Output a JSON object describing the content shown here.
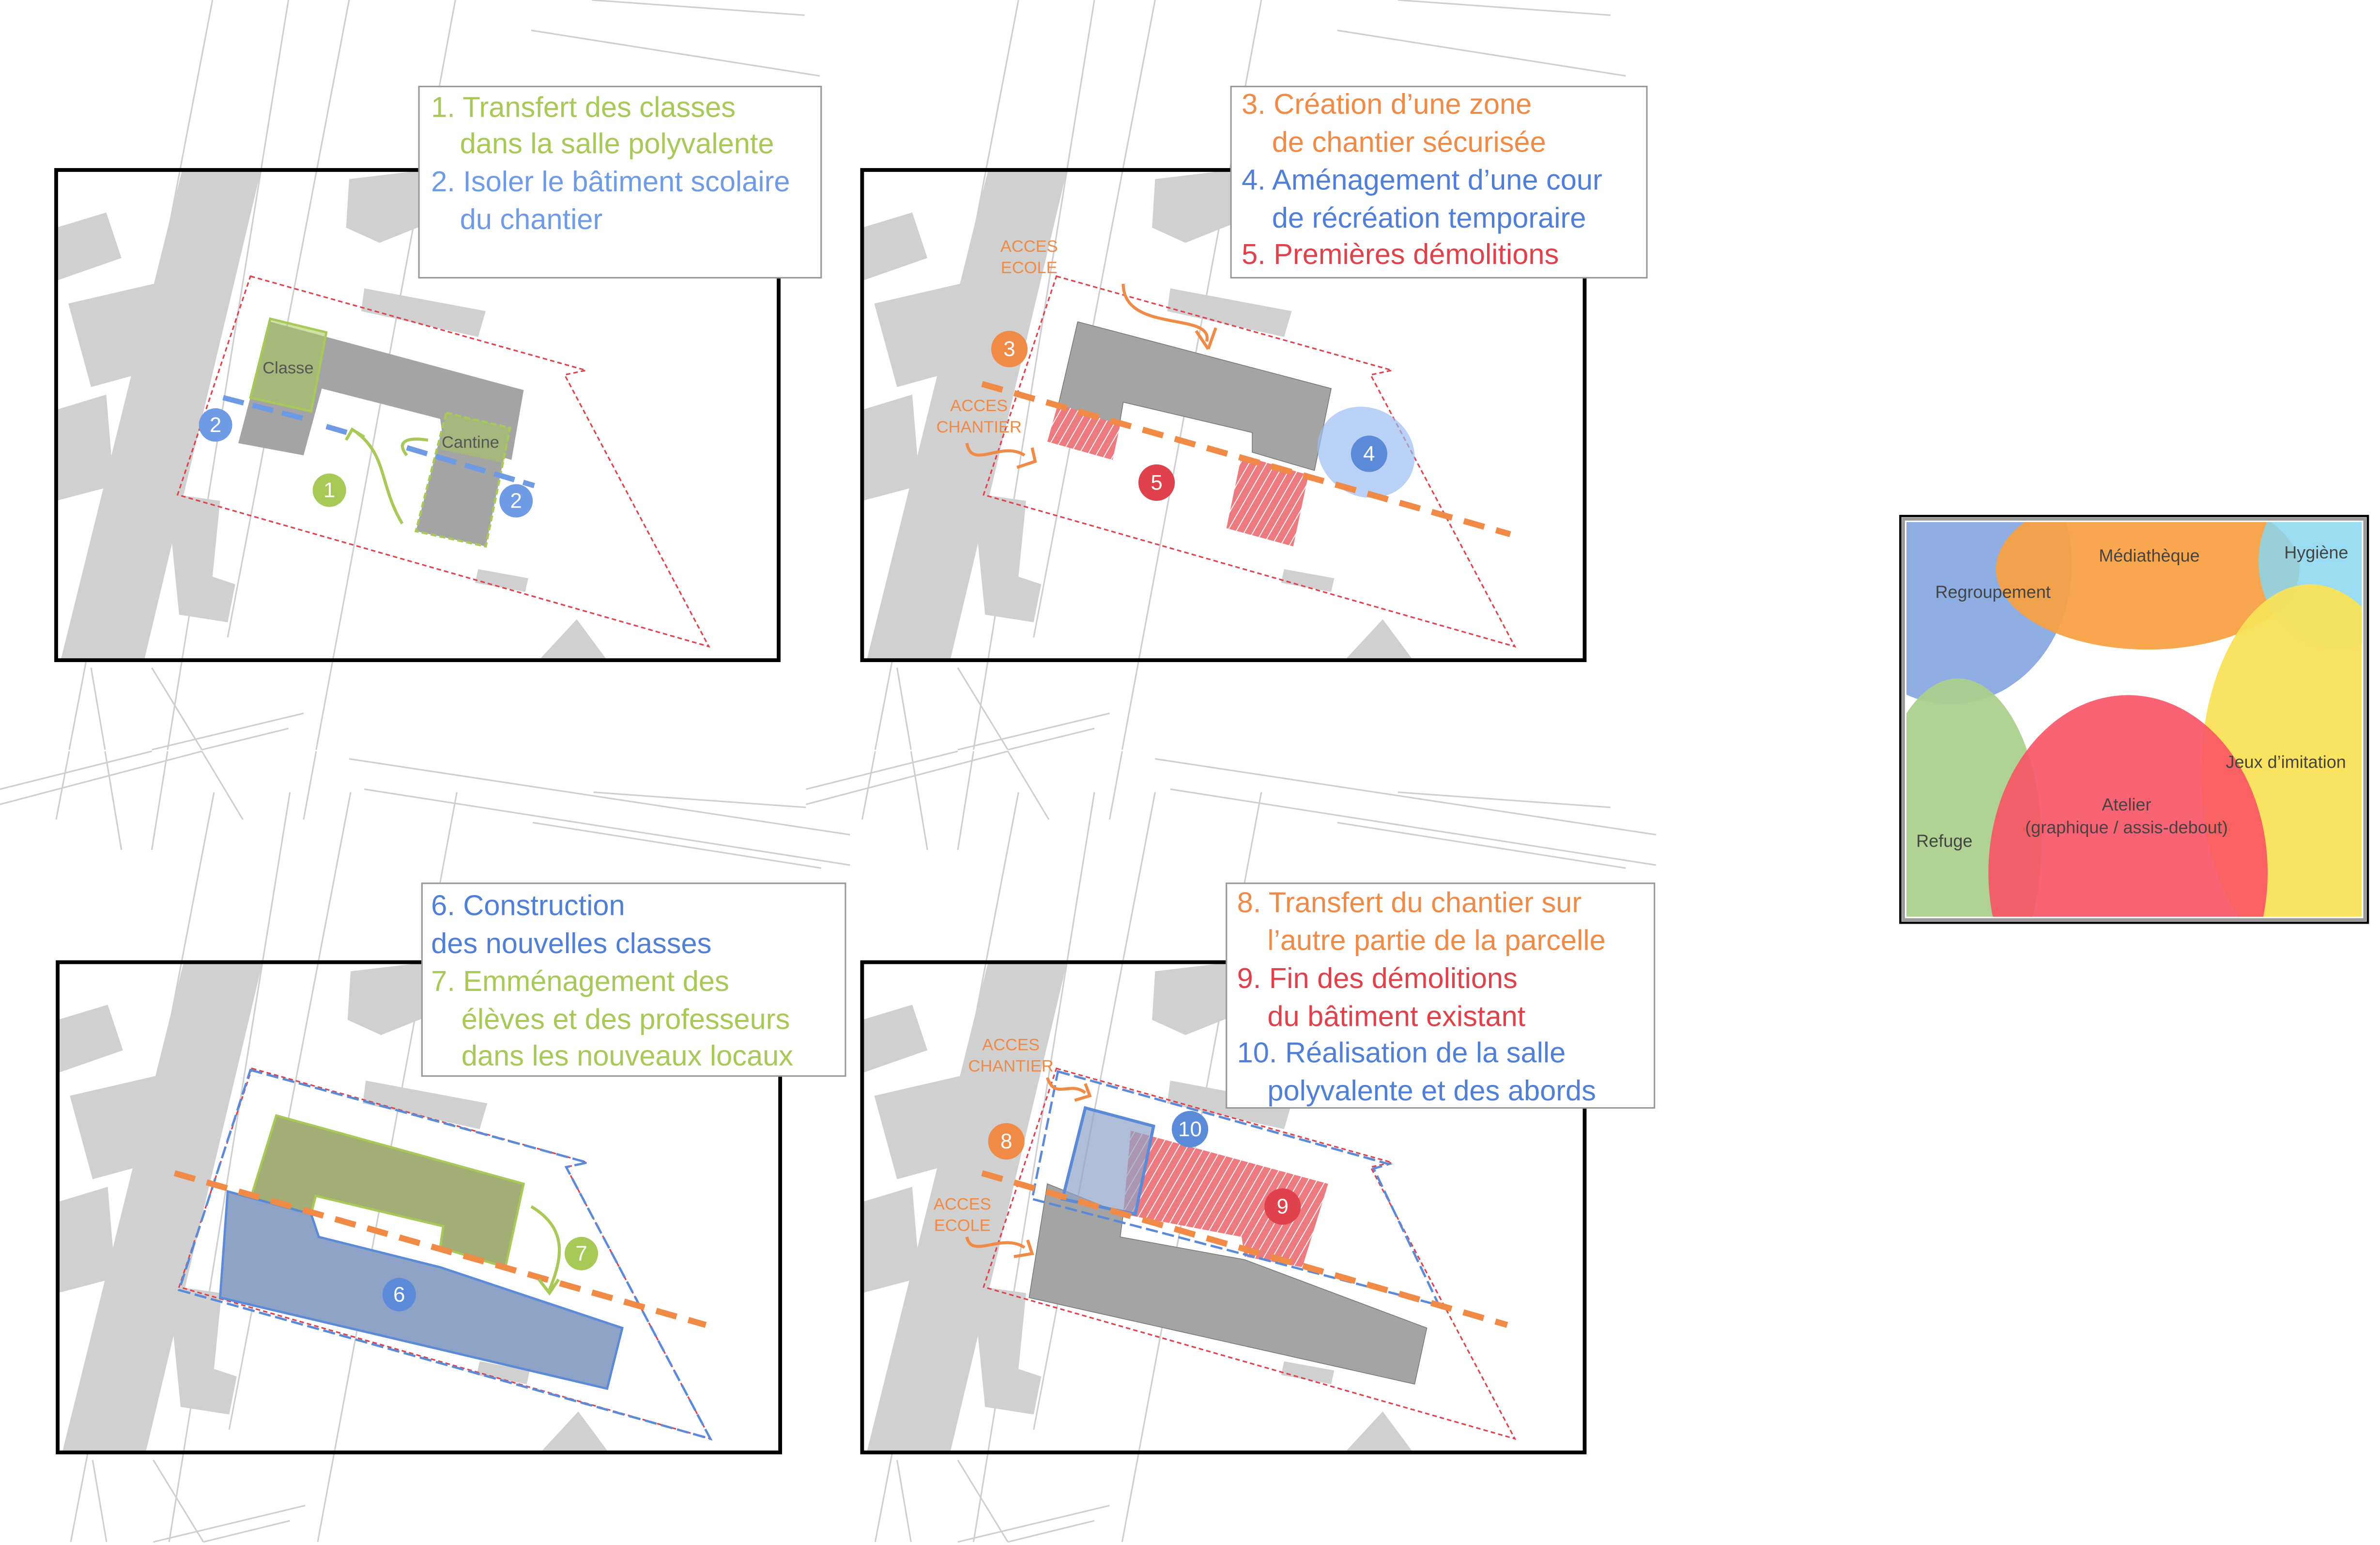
{
  "colors": {
    "green": "#a8c957",
    "blue": "#5b8ad8",
    "orange": "#f08a47",
    "red": "#e0424b",
    "gray": "#a5a4a4",
    "map": "#d0d0d0"
  },
  "panel1": {
    "steps": [
      {
        "text": "1. Transfert des classes",
        "color": "#a8c957"
      },
      {
        "text": "dans la salle polyvalente",
        "color": "#a8c957"
      },
      {
        "text": "2. Isoler le bâtiment scolaire",
        "color": "#6f9be5"
      },
      {
        "text": "du chantier",
        "color": "#6f9be5"
      }
    ],
    "labels": {
      "classe": "Classe",
      "cantine": "Cantine"
    },
    "markers": {
      "m1": "1",
      "m2a": "2",
      "m2b": "2"
    }
  },
  "panel2": {
    "steps": [
      {
        "text": "3. Création d’une zone",
        "color": "#f08a47"
      },
      {
        "text": "de chantier sécurisée",
        "color": "#f08a47"
      },
      {
        "text": "4. Aménagement d’une cour",
        "color": "#4f7fd6"
      },
      {
        "text": "de récréation temporaire",
        "color": "#4f7fd6"
      },
      {
        "text": "5. Premières démolitions",
        "color": "#e0424b"
      }
    ],
    "access": {
      "ecole_1": "ACCES",
      "ecole_2": "ECOLE",
      "chantier_1": "ACCES",
      "chantier_2": "CHANTIER"
    },
    "markers": {
      "m3": "3",
      "m4": "4",
      "m5": "5"
    }
  },
  "panel3": {
    "steps": [
      {
        "text": "6. Construction",
        "color": "#4f7fd6"
      },
      {
        "text": "des nouvelles classes",
        "color": "#4f7fd6"
      },
      {
        "text": "7. Emménagement des",
        "color": "#a8c957"
      },
      {
        "text": "élèves et des professeurs",
        "color": "#a8c957"
      },
      {
        "text": "dans les nouveaux locaux",
        "color": "#a8c957"
      }
    ],
    "markers": {
      "m6": "6",
      "m7": "7"
    }
  },
  "panel4": {
    "steps": [
      {
        "text": "8. Transfert du chantier sur",
        "color": "#f08a47"
      },
      {
        "text": "l’autre partie de la parcelle",
        "color": "#f08a47"
      },
      {
        "text": "9. Fin des démolitions",
        "color": "#e0424b"
      },
      {
        "text": "du bâtiment existant",
        "color": "#e0424b"
      },
      {
        "text": "10. Réalisation de la salle",
        "color": "#4f7fd6"
      },
      {
        "text": "polyvalente et des abords",
        "color": "#4f7fd6"
      }
    ],
    "access": {
      "chantier_1": "ACCES",
      "chantier_2": "CHANTIER",
      "ecole_1": "ACCES",
      "ecole_2": "ECOLE"
    },
    "markers": {
      "m8": "8",
      "m9": "9",
      "m10": "10"
    }
  },
  "legend": {
    "zones": [
      {
        "label": "Regroupement",
        "color": "#8eaee3"
      },
      {
        "label": "Médiathèque",
        "color": "#f8a03f"
      },
      {
        "label": "Hygiène",
        "color": "#88d6ee"
      },
      {
        "label": "Jeux d’imitation",
        "color": "#f9e158"
      },
      {
        "label": "Refuge",
        "color": "#acd08c"
      },
      {
        "label": "Atelier",
        "color": "#f85264"
      }
    ],
    "atelier_sub": "(graphique / assis-debout)"
  }
}
